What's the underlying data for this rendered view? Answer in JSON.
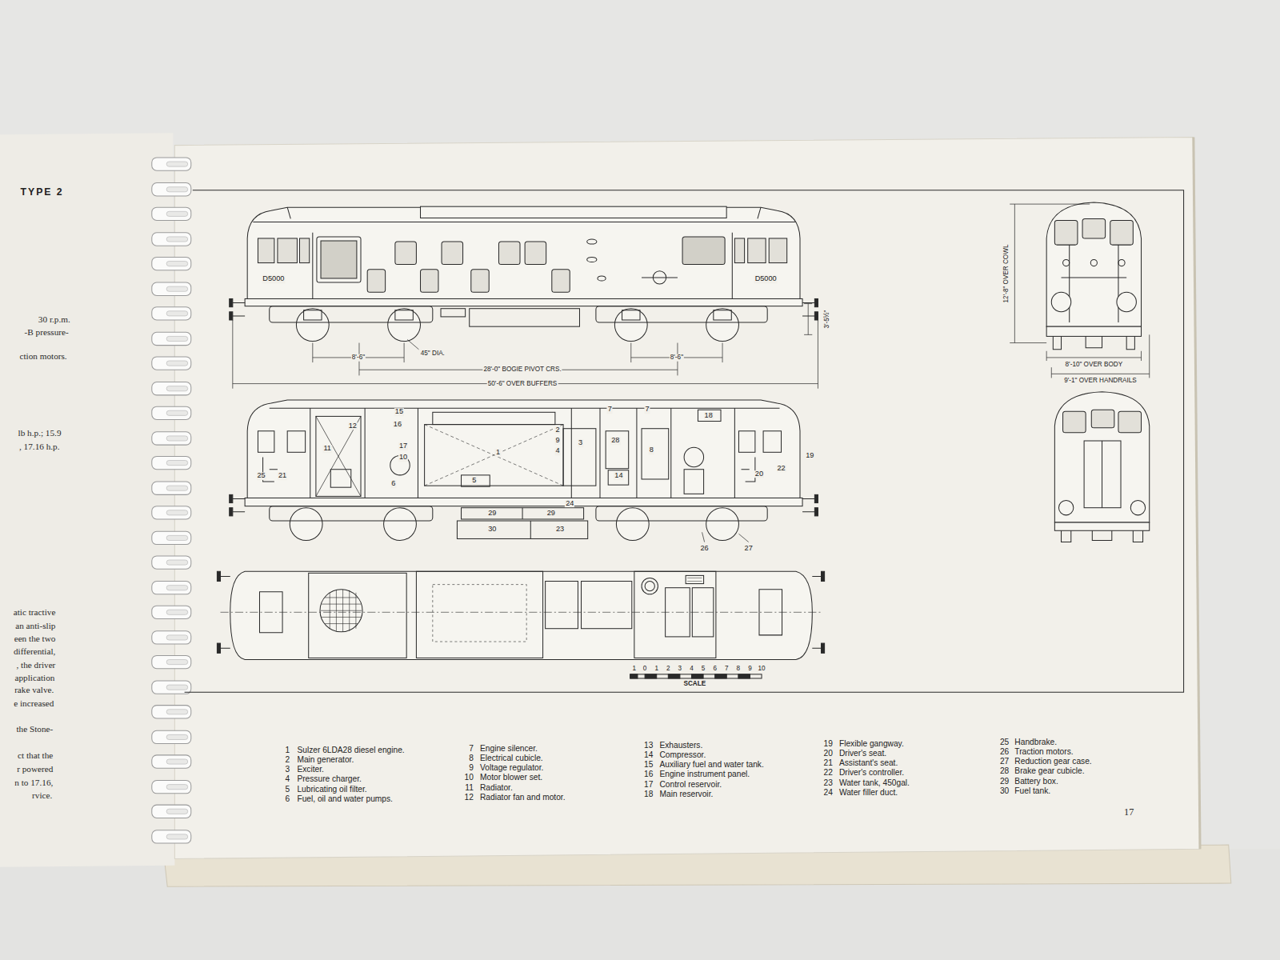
{
  "diagram": {
    "title": "TYPE 2",
    "labels": [
      "30 r.p.m.",
      "-B pressure-",
      "ction motors.",
      "lb h.p.; 15.9",
      ", 17.16 h.p.",
      "atic tractive",
      "an anti-slip",
      "een the two",
      "differential,",
      ", the driver",
      "application",
      "rake valve.",
      "e increased",
      "the Stone-",
      "ct that the",
      "r powered",
      "n to 17.16,",
      "rvice.",
      "D5000",
      "D5000",
      "45\" DIA.",
      "8'-6\"",
      "8'-6\"",
      "28'-0\" BOGIE PIVOT CRS.",
      "50'-6\" OVER BUFFERS",
      "3'-5½\"",
      "12'-8\" OVER COWL",
      "8'-10\" OVER BODY",
      "9'-1\" OVER HANDRAILS",
      "15",
      "16",
      "12",
      "11",
      "17",
      "10",
      "6",
      "5",
      "1",
      "2",
      "9",
      "4",
      "3",
      "7",
      "7",
      "28",
      "8",
      "14",
      "18",
      "19",
      "20",
      "22",
      "25",
      "21",
      "24",
      "29",
      "29",
      "30",
      "23",
      "26",
      "27",
      "1",
      "0",
      "1",
      "2",
      "3",
      "4",
      "5",
      "6",
      "7",
      "8",
      "9",
      "10",
      "SCALE",
      "1",
      "Sulzer 6LDA28 diesel engine.",
      "2",
      "Main generator.",
      "3",
      "Exciter.",
      "4",
      "Pressure charger.",
      "5",
      "Lubricating oil filter.",
      "6",
      "Fuel, oil and water pumps.",
      "7",
      "Engine silencer.",
      "8",
      "Electrical cubicle.",
      "9",
      "Voltage regulator.",
      "10",
      "Motor blower set.",
      "11",
      "Radiator.",
      "12",
      "Radiator fan and motor.",
      "13",
      "Exhausters.",
      "14",
      "Compressor.",
      "15",
      "Auxiliary fuel and water tank.",
      "16",
      "Engine instrument panel.",
      "17",
      "Control reservoir.",
      "18",
      "Main reservoir.",
      "19",
      "Flexible gangway.",
      "20",
      "Driver's seat.",
      "21",
      "Assistant's seat.",
      "22",
      "Driver's controller.",
      "23",
      "Water tank, 450gal.",
      "24",
      "Water filler duct.",
      "25",
      "Handbrake.",
      "26",
      "Traction motors.",
      "27",
      "Reduction gear case.",
      "28",
      "Brake gear cubicle.",
      "29",
      "Battery box.",
      "30",
      "Fuel tank.",
      "17"
    ]
  }
}
